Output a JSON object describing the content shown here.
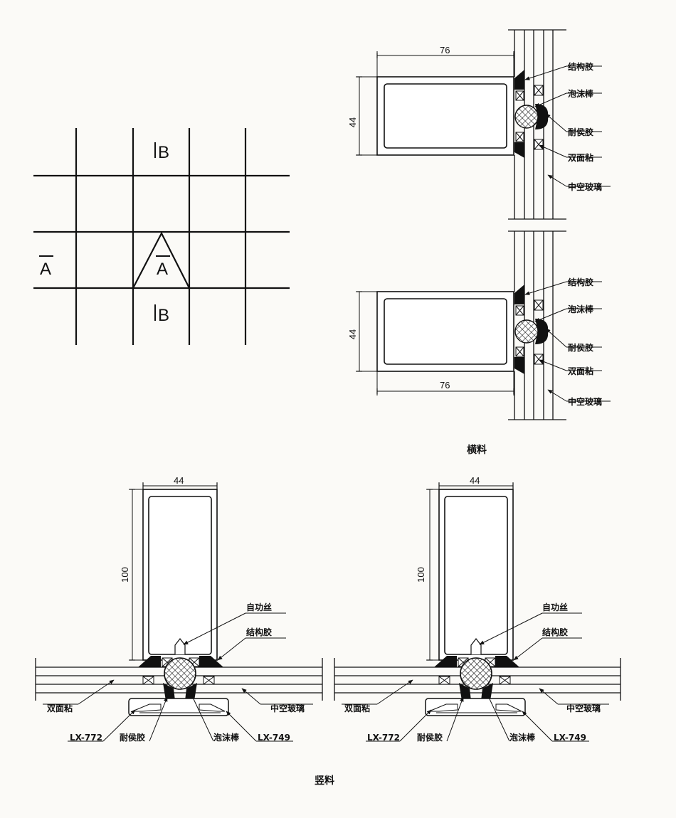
{
  "grid": {
    "section_marks": {
      "a_left": "A",
      "a_center": "A",
      "b_top": "B",
      "b_bottom": "B"
    }
  },
  "horizontal": {
    "caption": "横料",
    "top": {
      "width_dim": "76",
      "height_dim": "44"
    },
    "bottom": {
      "width_dim": "76",
      "height_dim": "44"
    },
    "labels": [
      "结构胶",
      "泡沫棒",
      "耐侯胶",
      "双面粘",
      "中空玻璃"
    ]
  },
  "vertical": {
    "caption": "竖料",
    "left": {
      "width_dim": "44",
      "height_dim": "100",
      "labels": {
        "screw": "自功丝",
        "structural": "结构胶",
        "tape": "双面粘",
        "glass": "中空玻璃",
        "profile_a": "LX-772",
        "weather": "耐侯胶",
        "foam": "泡沫棒",
        "profile_b": "LX-749"
      }
    },
    "right": {
      "width_dim": "44",
      "height_dim": "100",
      "labels": {
        "screw": "自功丝",
        "structural": "结构胶",
        "tape": "双面粘",
        "glass": "中空玻璃",
        "profile_a": "LX-772",
        "weather": "耐侯胶",
        "foam": "泡沫棒",
        "profile_b": "LX-749"
      }
    }
  }
}
